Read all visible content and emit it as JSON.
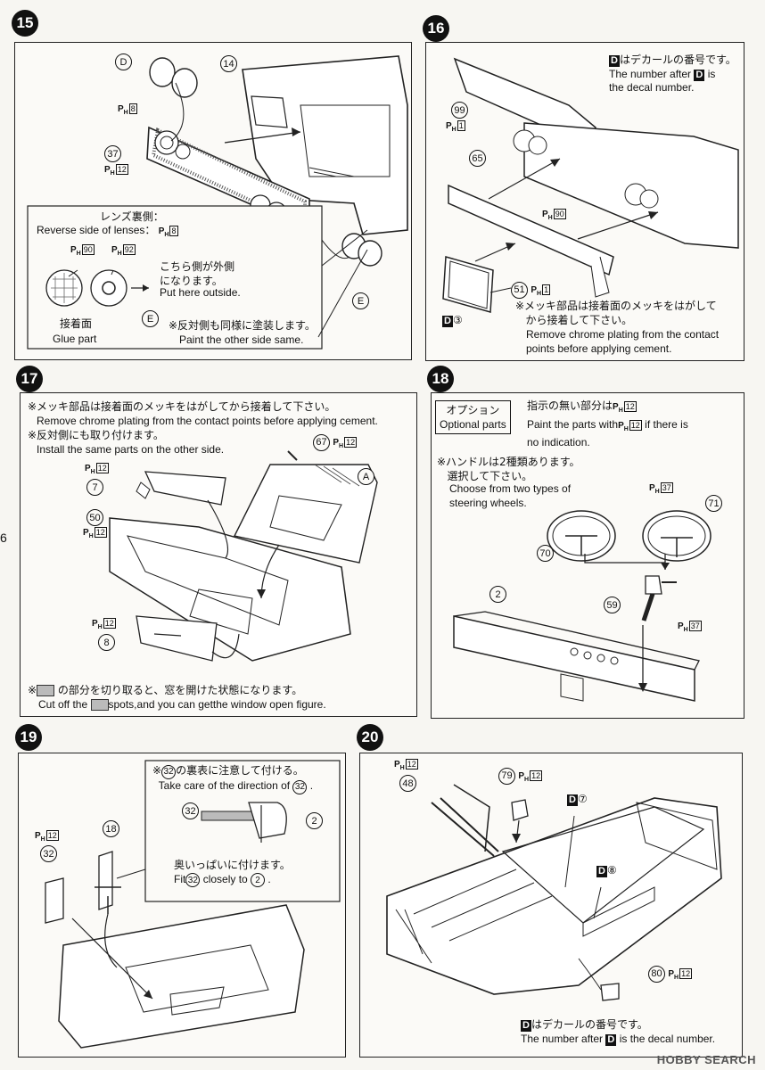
{
  "step15": {
    "num": "15",
    "note_jp": "レンズ裏側：",
    "note_en": "Reverse side of lenses：",
    "note_ph": "8",
    "outside_jp1": "こちら側が外側",
    "outside_jp2": "になります。",
    "outside_en": "Put here outside.",
    "glue_jp": "接着面",
    "glue_en": "Glue part",
    "paint_jp": "※反対側も同様に塗装します。",
    "paint_en": "Paint the other side same.",
    "labels": {
      "d": "D",
      "e": "E",
      "e2": "E",
      "p14": "14",
      "p37": "37",
      "ph8": "8",
      "ph12": "12",
      "ph90": "90",
      "ph92": "92"
    }
  },
  "step16": {
    "num": "16",
    "decal_jp": "はデカールの番号です。",
    "decal_en1": "The number after",
    "decal_en2": "is",
    "decal_en3": "the decal number.",
    "d": "D",
    "chrome_jp1": "※メッキ部品は接着面のメッキをはがして",
    "chrome_jp2": "から接着して下さい。",
    "chrome_en1": "Remove chrome plating from the contact",
    "chrome_en2": "points before applying cement.",
    "labels": {
      "p99": "99",
      "ph1": "1",
      "p65": "65",
      "ph90": "90",
      "p51": "51",
      "ph1b": "1",
      "d3": "③"
    }
  },
  "step17": {
    "num": "17",
    "line1_jp": "※メッキ部品は接着面のメッキをはがしてから接着して下さい。",
    "line1_en": "Remove chrome plating from the contact points before applying cement.",
    "line2_jp": "※反対側にも取り付けます。",
    "line2_en": "Install the same parts on the other side.",
    "cut_jp": "の部分を切り取ると、窓を開けた状態になります。",
    "cut_en1": "Cut off the",
    "cut_en2": "spots,and you can getthe window open figure.",
    "labels": {
      "p67": "67",
      "ph12a": "12",
      "a": "A",
      "ph12b": "12",
      "p7": "7",
      "p50": "50",
      "ph12c": "12",
      "ph12d": "12",
      "p8": "8"
    }
  },
  "step18": {
    "num": "18",
    "option_jp": "オプション",
    "option_en": "Optional parts",
    "paint_jp": "指示の無い部分は",
    "paint_jp_ph": "12",
    "paint_en1": "Paint the parts with",
    "paint_en_ph": "12",
    "paint_en2": "if there is",
    "paint_en3": "no indication.",
    "steer_jp1": "※ハンドルは2種類あります。",
    "steer_jp2": "選択して下さい。",
    "steer_en1": "Choose from two types of",
    "steer_en2": "steering wheels.",
    "labels": {
      "ph37a": "37",
      "p71": "71",
      "p70": "70",
      "p2": "2",
      "p59": "59",
      "ph37b": "37"
    }
  },
  "step19": {
    "num": "19",
    "care_jp": "の裏表に注意して付ける。",
    "care_en": "Take care of the direction of",
    "fit_jp": "奥いっぱいに付けます。",
    "fit_en1": "Fit",
    "fit_en2": "closely to",
    "ref32": "32",
    "labels": {
      "p32": "32",
      "p2": "2",
      "ph12": "12",
      "p32b": "32",
      "p18": "18"
    }
  },
  "step20": {
    "num": "20",
    "decal_jp": "はデカールの番号です。",
    "decal_en1": "The number after",
    "decal_en2": "is the decal number.",
    "d": "D",
    "labels": {
      "ph12a": "12",
      "p48": "48",
      "p79": "79",
      "ph12b": "12",
      "d7": "⑦",
      "d8": "⑧",
      "p80": "80",
      "ph12c": "12"
    }
  },
  "watermark": "HOBBY SEARCH",
  "page_marker": "6"
}
